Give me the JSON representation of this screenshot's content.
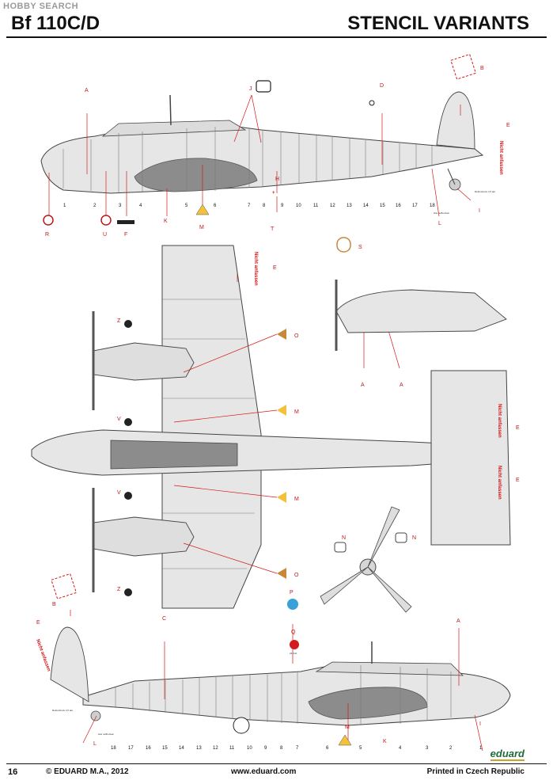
{
  "watermark": "HOBBY SEARCH",
  "header": {
    "title": "Bf 110C/D",
    "subtitle": "STENCIL VARIANTS"
  },
  "footer": {
    "page_number": "16",
    "copyright": "© EDUARD M.A., 2012",
    "website": "www.eduard.com",
    "printed": "Printed in Czech Republic",
    "brand": "eduard"
  },
  "stencil_text": {
    "nicht_anfassen": "Nicht anfassen",
    "reifendruck": "Reifendruck 4,5 atü",
    "hier_aufbocken": "Hier aufbocken",
    "volt": "24 Volt"
  },
  "top_view_letters": [
    "A",
    "J",
    "D",
    "B",
    "E",
    "H",
    "T",
    "R",
    "U",
    "F",
    "K",
    "M",
    "L",
    "I"
  ],
  "top_view_numbers": [
    "1",
    "2",
    "3",
    "4",
    "5",
    "6",
    "7",
    "8",
    "9",
    "10",
    "11",
    "12",
    "13",
    "14",
    "15",
    "16",
    "17",
    "18"
  ],
  "plan_view_letters": [
    "Z",
    "V",
    "V",
    "Z",
    "O",
    "M",
    "M",
    "O",
    "E",
    "S",
    "A",
    "A",
    "E",
    "E",
    "N",
    "N"
  ],
  "bottom_view_letters": [
    "B",
    "E",
    "C",
    "P",
    "Q",
    "A",
    "I",
    "L",
    "M",
    "K"
  ],
  "bottom_view_numbers": [
    "18",
    "17",
    "16",
    "15",
    "14",
    "13",
    "12",
    "11",
    "10",
    "9",
    "8",
    "7",
    "6",
    "5",
    "4",
    "3",
    "2",
    "1"
  ],
  "colors": {
    "airframe": "#e6e6e6",
    "panel_line": "#7a7a7a",
    "leader": "#d41a1a",
    "wing_gray": "#8c8c8c"
  }
}
